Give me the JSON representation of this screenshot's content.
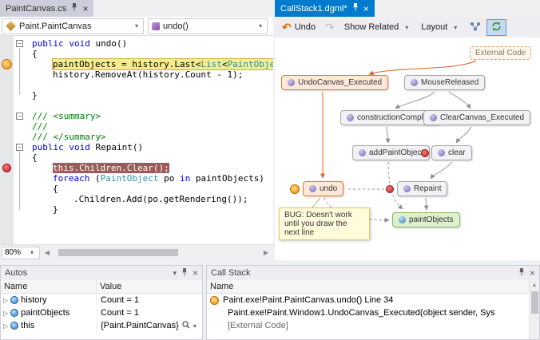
{
  "icons": {
    "dropdown": "▾",
    "close": "×",
    "undo": "↶",
    "redo": "↷",
    "expander": "▷",
    "scroll_left": "◀",
    "scroll_right": "▶",
    "scroll_up": "▲",
    "current_arrow": "→",
    "minus": "−"
  },
  "colors": {
    "accent": "#007ACC",
    "breakpoint_red": "#C21E25",
    "current_orange": "#EB8A12",
    "node_green": "#DFF0CF",
    "node_orange": "#FCE9D9"
  },
  "left_editor": {
    "tab": {
      "title": "PaintCanvas.cs"
    },
    "nav": {
      "class_name": "Paint.PaintCanvas",
      "member_name": "undo()"
    },
    "zoom_level": "80%",
    "code": {
      "lines": [
        {
          "indent": 1,
          "segs": [
            {
              "t": "public void ",
              "c": "kw"
            },
            {
              "t": "undo()",
              "c": "pl"
            }
          ]
        },
        {
          "indent": 1,
          "segs": [
            {
              "t": "{",
              "c": "pl"
            }
          ]
        },
        {
          "indent": 2,
          "hl": "yellow",
          "segs": [
            {
              "t": "paintObjects = history.Last<",
              "c": "pl"
            },
            {
              "t": "List",
              "c": "ty"
            },
            {
              "t": "<",
              "c": "pl"
            },
            {
              "t": "PaintObject",
              "c": "ty"
            },
            {
              "t": ">>();",
              "c": "pl"
            }
          ]
        },
        {
          "indent": 2,
          "segs": [
            {
              "t": "history.RemoveAt(history.Count - 1);",
              "c": "pl"
            }
          ]
        },
        {
          "indent": 0,
          "segs": []
        },
        {
          "indent": 1,
          "segs": [
            {
              "t": "}",
              "c": "pl"
            }
          ]
        },
        {
          "indent": 0,
          "segs": []
        },
        {
          "indent": 1,
          "segs": [
            {
              "t": "/// <summary>",
              "c": "cm"
            }
          ]
        },
        {
          "indent": 1,
          "segs": [
            {
              "t": "///",
              "c": "cm"
            }
          ]
        },
        {
          "indent": 1,
          "segs": [
            {
              "t": "/// </summary>",
              "c": "cm"
            }
          ]
        },
        {
          "indent": 1,
          "segs": [
            {
              "t": "public void ",
              "c": "kw"
            },
            {
              "t": "Repaint()",
              "c": "pl"
            }
          ]
        },
        {
          "indent": 1,
          "segs": [
            {
              "t": "{",
              "c": "pl"
            }
          ]
        },
        {
          "indent": 2,
          "hl": "red",
          "segs": [
            {
              "t": "this.Children.Clear();",
              "c": "pl"
            }
          ]
        },
        {
          "indent": 2,
          "segs": [
            {
              "t": "foreach ",
              "c": "kw"
            },
            {
              "t": "(",
              "c": "pl"
            },
            {
              "t": "PaintObject",
              "c": "ty"
            },
            {
              "t": " po ",
              "c": "pl"
            },
            {
              "t": "in",
              "c": "kw"
            },
            {
              "t": " paintObjects)",
              "c": "pl"
            }
          ]
        },
        {
          "indent": 2,
          "segs": [
            {
              "t": "{",
              "c": "pl"
            }
          ]
        },
        {
          "indent": 3,
          "segs": [
            {
              "t": ".Children.Add(po.getRendering());",
              "c": "pl"
            }
          ]
        },
        {
          "indent": 2,
          "segs": [
            {
              "t": "}",
              "c": "pl"
            }
          ]
        }
      ]
    }
  },
  "graph_pane": {
    "tab": {
      "title": "CallStack1.dgml*"
    },
    "toolbar": {
      "undo_label": "Undo",
      "show_related_label": "Show Related",
      "layout_label": "Layout"
    },
    "graph": {
      "external_group_label": "External Code",
      "bug_note": "BUG: Doesn't work until you draw the next line",
      "nodes": [
        {
          "label": "UndoCanvas_Executed"
        },
        {
          "label": "MouseReleased"
        },
        {
          "label": "constructionComplete"
        },
        {
          "label": "ClearCanvas_Executed"
        },
        {
          "label": "addPaintObject"
        },
        {
          "label": "clear"
        },
        {
          "label": "undo"
        },
        {
          "label": "Repaint"
        },
        {
          "label": "paintObjects"
        }
      ]
    }
  },
  "autos_panel": {
    "title": "Autos",
    "columns": [
      "Name",
      "Value"
    ],
    "rows": [
      {
        "name": "history",
        "value": "Count = 1"
      },
      {
        "name": "paintObjects",
        "value": "Count = 1"
      },
      {
        "name": "this",
        "value": "{Paint.PaintCanvas}"
      }
    ]
  },
  "callstack_panel": {
    "title": "Call Stack",
    "columns": [
      "Name"
    ],
    "frames": [
      {
        "text": "Paint.exe!Paint.PaintCanvas.undo() Line 34"
      },
      {
        "text": "Paint.exe!Paint.Window1.UndoCanvas_Executed(object sender, Sys"
      },
      {
        "text": "[External Code]"
      }
    ]
  }
}
